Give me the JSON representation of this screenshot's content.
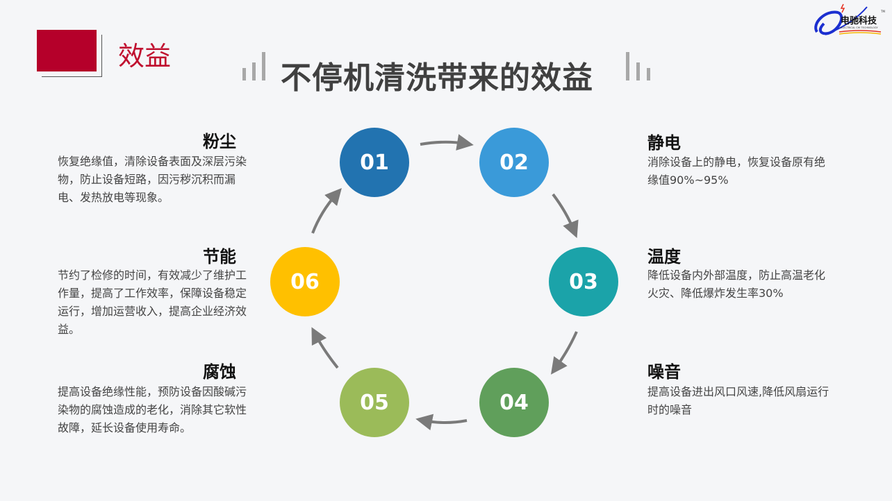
{
  "section_tag": "效益",
  "title": "不停机清洗带来的效益",
  "logo": {
    "name": "电驰科技",
    "subtitle": "ELECTRICAL CHI TECHNOLOGY",
    "tm": "TM"
  },
  "steps": [
    {
      "num": "01",
      "color": "#2273b0",
      "heading": "粉尘",
      "text": "恢复绝缘值，清除设备表面及深层污染物，防止设备短路，因污秽沉积而漏电、发热放电等现象。"
    },
    {
      "num": "02",
      "color": "#3a9ad9",
      "heading": "静电",
      "text": "消除设备上的静电，恢复设备原有绝缘值90%~95%"
    },
    {
      "num": "03",
      "color": "#1ba3a9",
      "heading": "温度",
      "text": "降低设备内外部温度，防止高温老化火灾、降低爆炸发生率30%"
    },
    {
      "num": "04",
      "color": "#609f5b",
      "heading": "噪音",
      "text": "提高设备进出风口风速,降低风扇运行时的噪音"
    },
    {
      "num": "05",
      "color": "#9bbb59",
      "heading": "腐蚀",
      "text": "提高设备绝缘性能，预防设备因酸碱污染物的腐蚀造成的老化，消除其它软性故障，延长设备使用寿命。"
    },
    {
      "num": "06",
      "color": "#ffc000",
      "heading": "节能",
      "text": "节约了检修的时间，有效减少了维护工作量，提高了工作效率，保障设备稳定运行，增加运营收入，提高企业经济效益。"
    }
  ]
}
